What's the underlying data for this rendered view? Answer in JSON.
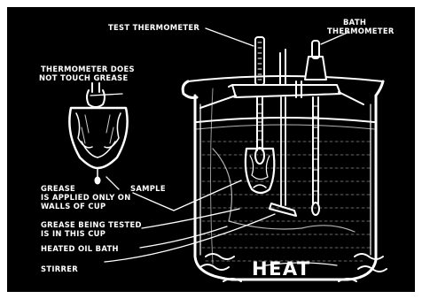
{
  "labels": {
    "test_thermometer": "TEST THERMOMETER",
    "bath_thermometer_line1": "BATH",
    "bath_thermometer_line2": "THERMOMETER",
    "no_touch_line1": "THERMOMETER DOES",
    "no_touch_line2": "NOT TOUCH GREASE",
    "grease_word": "GREASE",
    "sample_word": "SAMPLE",
    "applied_line": "IS APPLIED ONLY ON",
    "walls_line": "WALLS OF CUP",
    "tested_line1": "GREASE BEING TESTED",
    "tested_line2": "IS IN THIS CUP",
    "oil_bath": "HEATED OIL BATH",
    "stirrer": "STIRRER",
    "heat": "HEAT"
  },
  "colors": {
    "background": "#000000",
    "ink": "#ffffff"
  }
}
